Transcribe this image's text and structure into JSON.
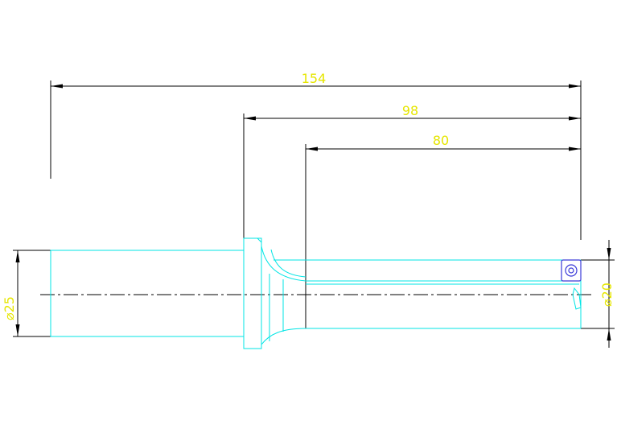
{
  "drawing": {
    "colors": {
      "outline": "#00e5e5",
      "dimension_text": "#e6e600",
      "dimension_line": "#000000",
      "insert": "#3a3ad8",
      "background": "#ffffff"
    },
    "dimensions": {
      "overall_length": "154",
      "body_length": "98",
      "flute_length": "80",
      "shank_diameter": "⌀25",
      "drill_diameter": "⌀20"
    }
  }
}
